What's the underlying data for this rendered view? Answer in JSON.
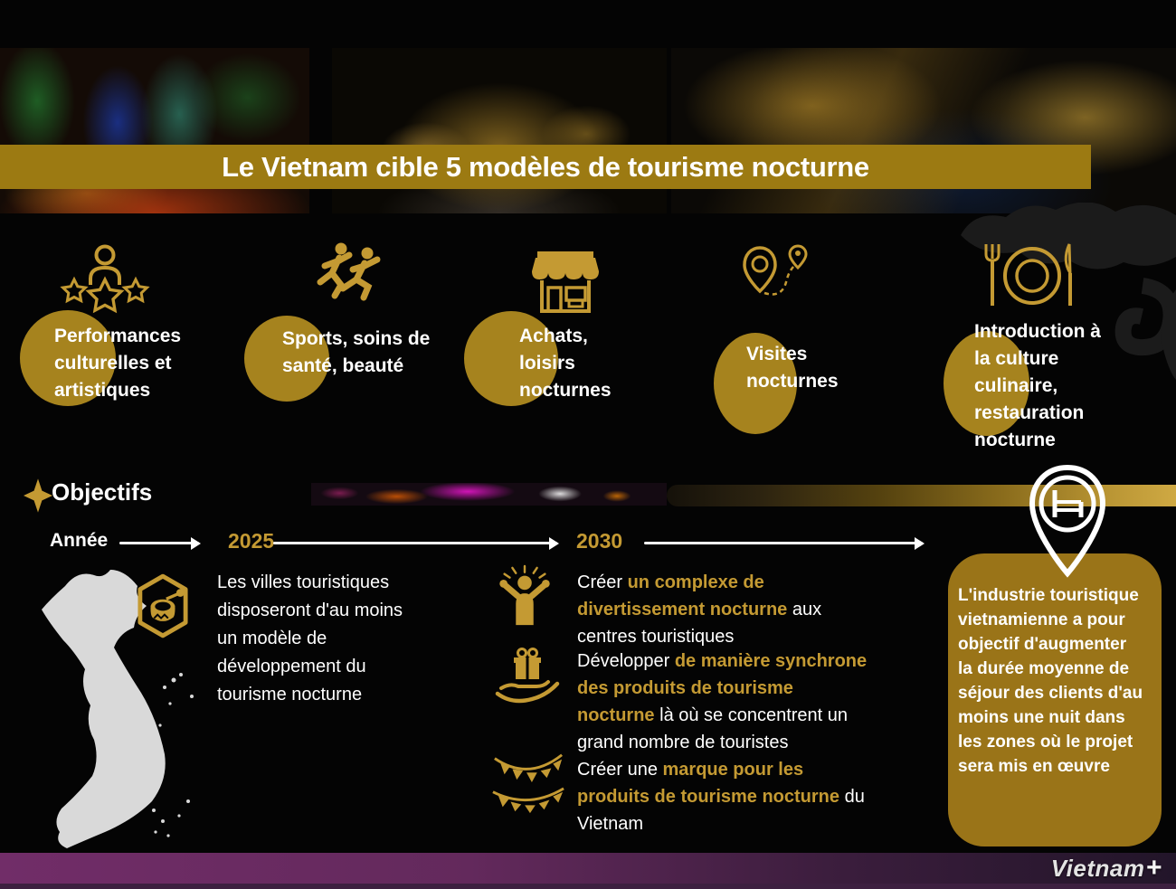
{
  "banner": {
    "title": "Le Vietnam cible 5 modèles de tourisme nocturne"
  },
  "models": [
    {
      "icon": "performer-stars-icon",
      "label": "Performances\nculturelles et\nartistiques"
    },
    {
      "icon": "runners-icon",
      "label": "Sports, soins de\nsanté, beauté"
    },
    {
      "icon": "storefront-icon",
      "label": "Achats,\nloisirs\nnocturnes"
    },
    {
      "icon": "map-route-pins-icon",
      "label": "Visites\nnocturnes"
    },
    {
      "icon": "dining-plate-cutlery-icon",
      "label": "Introduction à\nla culture\nculinaire,\nrestauration\nnocturne"
    }
  ],
  "objectives": {
    "heading": "Objectifs",
    "timeline": {
      "year_label": "Année",
      "milestone_years": [
        "2025",
        "2030"
      ]
    },
    "y2025": {
      "icon": "bronze-drum-hexagon-icon",
      "text": "Les villes touristiques\ndisposeront d'au moins\nun modèle de\ndéveloppement du\ntourisme nocturne"
    },
    "y2030": [
      {
        "icon": "cheering-person-icon",
        "segments": [
          {
            "text": "Créer ",
            "gold": false
          },
          {
            "text": "un complexe de\ndivertissement nocturne",
            "gold": true
          },
          {
            "text": " aux\ncentres touristiques",
            "gold": false
          }
        ]
      },
      {
        "icon": "gift-in-hand-icon",
        "segments": [
          {
            "text": "Développer ",
            "gold": false
          },
          {
            "text": "de manière synchrone\ndes produits de tourisme\nnocturne",
            "gold": true
          },
          {
            "text": " là où se concentrent un\ngrand nombre de touristes",
            "gold": false
          }
        ]
      },
      {
        "icon": "bunting-flags-icon",
        "segments": [
          {
            "text": "Créer une ",
            "gold": false
          },
          {
            "text": "marque pour les\nproduits de tourisme nocturne",
            "gold": true
          },
          {
            "text": " du\nVietnam",
            "gold": false
          }
        ]
      }
    ]
  },
  "side_note": {
    "icon": "hotel-pin-icon",
    "text": "L'industrie touristique\nvietnamienne a pour\nobjectif d'augmenter\nla durée moyenne de\nséjour des clients d'au\nmoins une nuit dans\nles zones où le projet\nsera mis en œuvre"
  },
  "footer": {
    "brand": "Vietnam",
    "brand_plus": "+"
  },
  "colors": {
    "gold_bright": "#C49A33",
    "gold_banner": "#9C7A12",
    "gold_circle": "#A6831E",
    "gold_panel": "#9A7418",
    "map_gray": "#D9D9D9",
    "background": "#040404",
    "footer_purple": "#712D68"
  }
}
